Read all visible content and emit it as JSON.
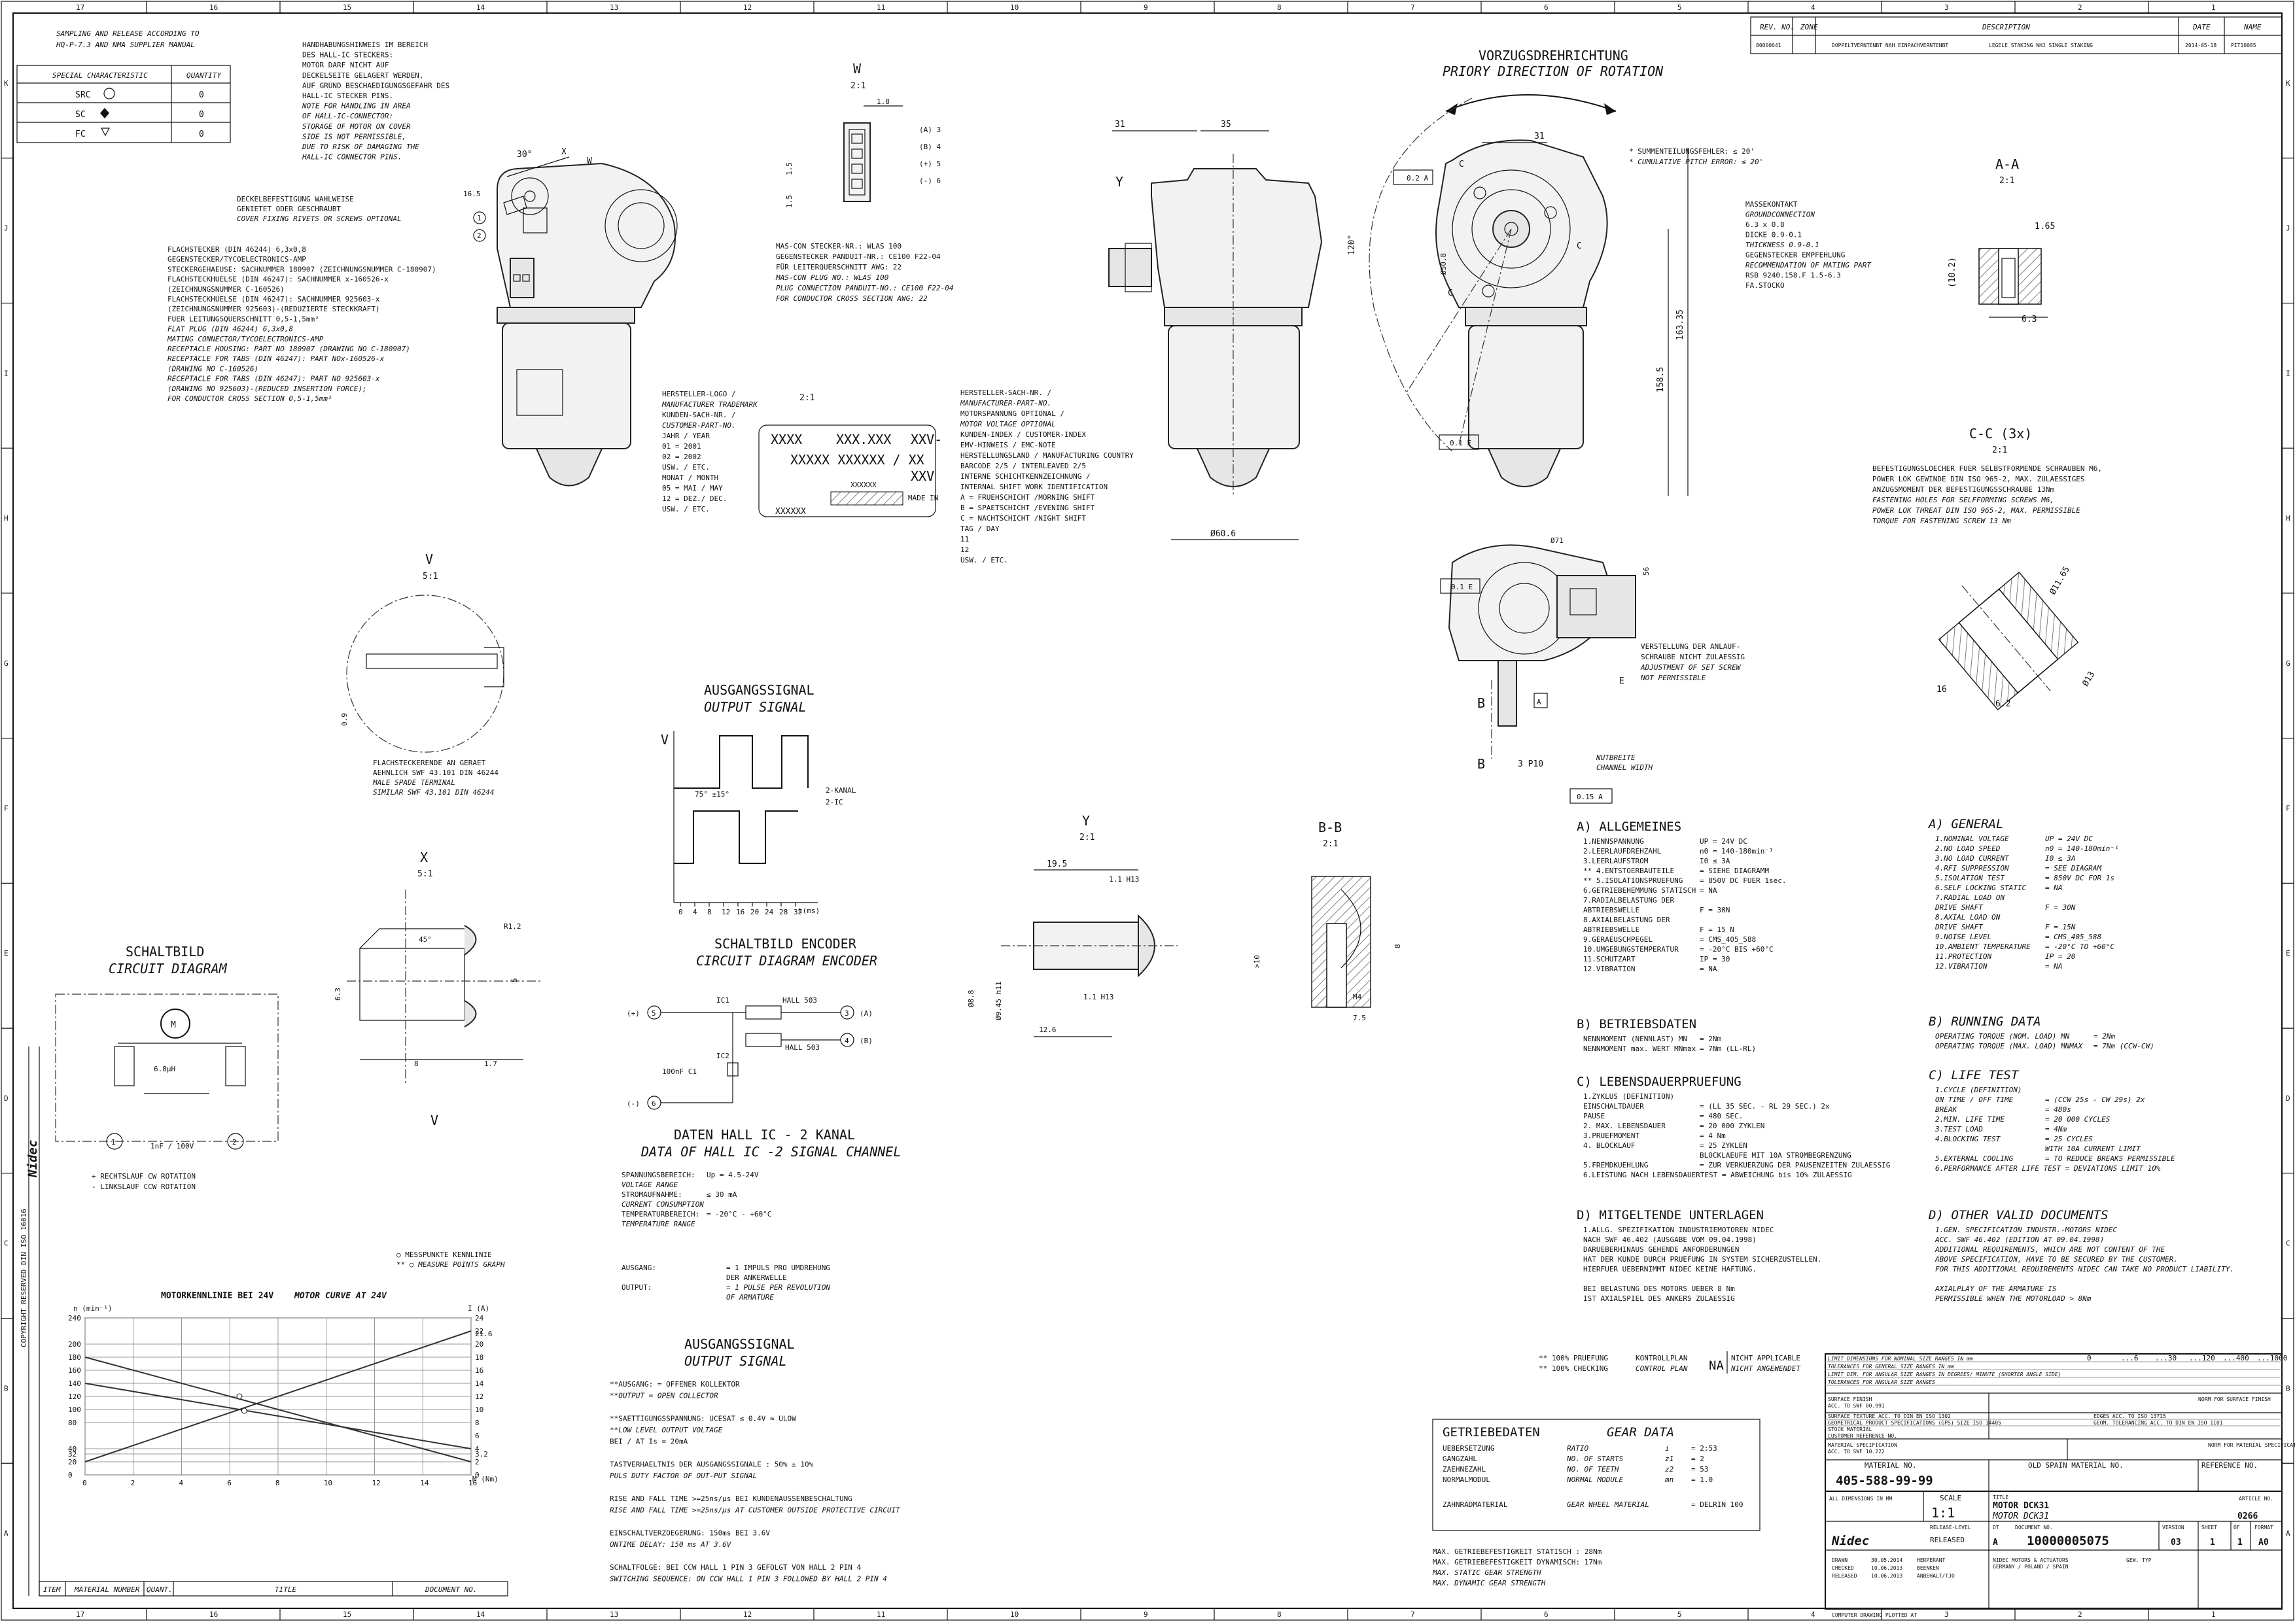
{
  "border": {
    "cols": [
      "17",
      "16",
      "15",
      "14",
      "13",
      "12",
      "11",
      "10",
      "9",
      "8",
      "7",
      "6",
      "5",
      "4",
      "3",
      "2",
      "1"
    ],
    "rows": [
      "K",
      "J",
      "I",
      "H",
      "G",
      "F",
      "E",
      "D",
      "C",
      "B",
      "A"
    ]
  },
  "sampling": {
    "title_1": "SAMPLING AND RELEASE ACCORDING TO",
    "title_2": "HQ-P-7.3 AND NMA SUPPLIER MANUAL",
    "col_char": "SPECIAL CHARACTERISTIC",
    "col_qty": "QUANTITY",
    "rows": [
      {
        "label": "SRC",
        "qty": "0"
      },
      {
        "label": "SC",
        "qty": "0"
      },
      {
        "label": "FC",
        "qty": "0"
      }
    ]
  },
  "revision": {
    "h_rev": "REV. NO.",
    "h_zone": "ZONE",
    "h_desc": "DESCRIPTION",
    "h_date": "DATE",
    "h_name": "NAME",
    "rev": "80000641",
    "zone": "DOPPELTVERNTENBT NAH EINPACHVERNTENBT",
    "desc": "LEGELE STAKING NHJ SINGLE STAKING",
    "date": "2014-05-18",
    "name": "PIT10085"
  },
  "hall_note": [
    "HANDHABUNGSHINWEIS IM BEREICH",
    "DES HALL-IC STECKERS:",
    "MOTOR DARF NICHT AUF",
    "DECKELSEITE GELAGERT WERDEN,",
    "AUF GRUND BESCHAEDIGUNGSGEFAHR DES",
    "HALL-IC STECKER PINS.",
    "NOTE FOR HANDLING IN AREA",
    "OF HALL-IC-CONNECTOR:",
    "STORAGE OF MOTOR ON COVER",
    "SIDE IS NOT PERMISSIBLE,",
    "DUE TO RISK OF DAMAGING THE",
    "HALL-IC CONNECTOR PINS."
  ],
  "cover_note": [
    "DECKELBEFESTIGUNG WAHLWEISE",
    "GENIETET ODER GESCHRAUBT",
    "COVER FIXING RIVETS OR SCREWS OPTIONAL"
  ],
  "plug_note": [
    "FLACHSTECKER (DIN 46244) 6,3x0,8",
    "GEGENSTECKER/TYCOELECTRONICS-AMP",
    "STECKERGEHAEUSE: SACHNUMMER 180907 (ZEICHNUNGSNUMMER C-180907)",
    "FLACHSTECKHUELSE (DIN 46247): SACHNUMMER x-160526-x",
    "(ZEICHNUNGSNUMMER C-160526)",
    "FLACHSTECKHUELSE (DIN 46247): SACHNUMMER 925603-x",
    "(ZEICHNUNGSNUMMER 925603)-(REDUZIERTE STECKKRAFT)",
    "FUER LEITUNGSQUERSCHNITT 0,5-1,5mm²",
    "FLAT PLUG (DIN 46244) 6,3x0,8",
    "MATING CONNECTOR/TYCOELECTRONICS-AMP",
    "RECEPTACLE HOUSING: PART NO 180907 (DRAWING NO C-180907)",
    "RECEPTACLE FOR TABS (DIN 46247): PART NOx-160526-x",
    "(DRAWING NO C-160526)",
    "RECEPTACLE FOR TABS (DIN 46247): PART NO 925603-x",
    "(DRAWING NO 925603)-(REDUCED INSERTION FORCE);",
    "FOR CONDUCTOR CROSS SECTION 0,5-1,5mm²"
  ],
  "mascon_note": [
    "MAS-CON STECKER-NR.: WLAS 100",
    "GEGENSTECKER PANDUIT-NR.: CE100 F22-04",
    "FÜR LEITERQUERSCHNITT AWG:   22",
    "MAS-CON PLUG NO.: WLAS 100",
    "PLUG CONNECTION PANDUIT-NO.: CE100 F22-04",
    "FOR CONDUCTOR CROSS SECTION AWG:   22"
  ],
  "view_w": {
    "title": "W",
    "scale": "2:1",
    "dim": "1.8",
    "pins": [
      "(A) 3",
      "(B) 4",
      "(+) 5",
      "(-) 6"
    ]
  },
  "label_view": {
    "scale": "2:1",
    "line1": [
      "XXXX",
      "XXX.XXX",
      "XXV-"
    ],
    "line2": "XXXXX XXXXXX / XX",
    "line3": "XXV",
    "serial": "XXXXXX",
    "date_code": "XXXXXX",
    "made_in": "MADE IN",
    "left": [
      "HERSTELLER-LOGO /",
      "MANUFACTURER TRADEMARK",
      "KUNDEN-SACH-NR. /",
      "CUSTOMER-PART-NO.",
      "JAHR / YEAR",
      "01 = 2001",
      "02 = 2002",
      "USW. / ETC.",
      "MONAT / MONTH",
      "05 = MAI / MAY",
      "12 = DEZ./ DEC.",
      "USW. / ETC."
    ],
    "right": [
      "HERSTELLER-SACH-NR. /",
      "MANUFACTURER-PART-NO.",
      "MOTORSPANNUNG OPTIONAL /",
      "MOTOR VOLTAGE OPTIONAL",
      "KUNDEN-INDEX / CUSTOMER-INDEX",
      "EMV-HINWEIS / EMC-NOTE",
      "HERSTELLUNGSLAND / MANUFACTURING COUNTRY",
      "BARCODE 2/5 / INTERLEAVED 2/5",
      "INTERNE SCHICHTKENNZEICHNUNG /",
      "INTERNAL SHIFT WORK IDENTIFICATION",
      "A = FRUEHSCHICHT /MORNING SHIFT",
      "B = SPAETSCHICHT /EVENING SHIFT",
      "C = NACHTSCHICHT /NIGHT SHIFT",
      "TAG / DAY",
      "11",
      "12",
      "USW. / ETC."
    ]
  },
  "rotation": {
    "de": "VORZUGSDREHRICHTUNG",
    "en": "PRIORY DIRECTION OF ROTATION"
  },
  "pitch_note": [
    "* SUMMENTEILUNGSFEHLER: ≤ 20'",
    "* CUMULATIVE PITCH ERROR: ≤ 20'"
  ],
  "ground_note": [
    "MASSEKONTAKT",
    "GROUNDCONNECTION",
    "6.3 x 0.8",
    "DICKE 0.9-0.1",
    "THICKNESS 0.9-0.1",
    "GEGENSTECKER EMPFEHLUNG",
    "RECOMMENDATION OF MATING PART",
    "RSB 9240.158.F 1.5-6.3",
    "FA.STOCKO"
  ],
  "view_aa": {
    "title": "A-A",
    "scale": "2:1",
    "d1": "1.65",
    "d2": "(10.2)",
    "d3": "6.3"
  },
  "view_cc": {
    "title": "C-C (3x)",
    "scale": "2:1",
    "note": [
      "BEFESTIGUNGSLOECHER FUER SELBSTFORMENDE SCHRAUBEN M6,",
      "POWER LOK GEWINDE DIN ISO 965-2, MAX. ZULAESSIGES",
      "ANZUGSMOMENT DER BEFESTIGUNGSSCHRAUBE 13Nm",
      "FASTENING HOLES FOR SELFFORMING SCREWS M6,",
      "POWER LOK THREAT DIN ISO 965-2, MAX. PERMISSIBLE",
      "TORQUE FOR FASTENING SCREW 13 Nm"
    ],
    "d1": "Ø11.65",
    "d2": "Ø13",
    "d3": "16",
    "d4": "6.2"
  },
  "front_dims": {
    "d1": "31",
    "d2": "35",
    "d3": "Ø60.6",
    "label_y": "Y",
    "d4": "31",
    "d5": "163.35",
    "d6": "158.5",
    "d7": "Ø50.8",
    "d8": "120°",
    "tol1": "0.2 A",
    "tol2": "0.1 E",
    "d9": "Ø71",
    "d10": "56"
  },
  "side_notes": {
    "adjust": [
      "VERSTELLUNG DER ANLAUF-",
      "SCHRAUBE NICHT ZULAESSIG",
      "ADJUSTMENT OF SET SCREW",
      "NOT PERMISSIBLE"
    ],
    "slot": [
      "NUTBREITE",
      "CHANNEL WIDTH"
    ],
    "p10": "3 P10",
    "tol": "0.1 E",
    "tol2": "0.15 A"
  },
  "view_v": {
    "title": "V",
    "scale": "5:1",
    "note": [
      "FLACHSTECKERENDE AN GERAET",
      "AEHNLICH SWF 43.101 DIN 46244",
      "MALE SPADE TERMINAL",
      "SIMILAR SWF 43.101 DIN 46244"
    ],
    "dim": "0.9"
  },
  "view_x": {
    "title": "X",
    "scale": "5:1",
    "d1": "45°",
    "d2": "R1.2",
    "d3": "5",
    "d4": "6.3",
    "d5": "8",
    "d6": "1.7"
  },
  "output_signal": {
    "title_de": "AUSGANGSSIGNAL",
    "title_en": "OUTPUT SIGNAL",
    "vlabel": "V",
    "deg": "75° ±15°",
    "kanal": "2-KANAL",
    "ic": "2-IC",
    "ticks": [
      "0",
      "4",
      "8",
      "12",
      "16",
      "20",
      "24",
      "28",
      "32"
    ],
    "unit": "t(ms)"
  },
  "circuit": {
    "title_de": "SCHALTBILD",
    "title_en": "CIRCUIT DIAGRAM",
    "cap": "6.8μH",
    "cap2": "1nF / 100V",
    "n1": "1",
    "n2": "2",
    "rot": [
      "+ RECHTSLAUF   CW ROTATION",
      "- LINKSLAUF   CCW ROTATION"
    ]
  },
  "encoder": {
    "title_de": "SCHALTBILD ENCODER",
    "title_en": "CIRCUIT DIAGRAM ENCODER",
    "ic1": "IC1",
    "ic2": "IC2",
    "hall1": "HALL 503",
    "hall2": "HALL 503",
    "cap": "100nF C1",
    "pins": [
      "(+)",
      "5",
      "3",
      "(A)",
      "4",
      "(B)",
      "(-)",
      "6"
    ]
  },
  "hall_data": {
    "title_de": "DATEN HALL IC - 2 KANAL",
    "title_en": "DATA OF HALL IC -2 SIGNAL CHANNEL",
    "rows": [
      [
        "SPANNUNGSBEREICH:",
        "Up = 4.5-24V"
      ],
      [
        "VOLTAGE RANGE",
        ""
      ],
      [
        "STROMAUFNAHME:",
        "≤ 30 mA"
      ],
      [
        "CURRENT CONSUMPTION",
        ""
      ],
      [
        "TEMPERATURBEREICH:",
        "= -20°C - +60°C"
      ],
      [
        "TEMPERATURE RANGE",
        ""
      ]
    ],
    "out": [
      [
        "AUSGANG:",
        "= 1 IMPULS PRO UMDREHUNG"
      ],
      [
        "",
        "DER ANKERWELLE"
      ],
      [
        "OUTPUT:",
        "= 1 PULSE PER REVOLUTION"
      ],
      [
        "",
        "OF ARMATURE"
      ]
    ]
  },
  "measure_note": [
    "○ MESSPUNKTE KENNLINIE",
    "** ○ MEASURE POINTS GRAPH"
  ],
  "output_signal2": {
    "title_de": "AUSGANGSSIGNAL",
    "title_en": "OUTPUT SIGNAL",
    "lines": [
      "**AUSGANG:          = OFFENER KOLLEKTOR",
      "**OUTPUT            = OPEN COLLECTOR",
      "",
      "**SAETTIGUNGSSPANNUNG: UCESAT ≤ 0.4V  ≈ ULOW",
      "**LOW LEVEL OUTPUT VOLTAGE",
      "                    BEI / AT Is = 20mA",
      "",
      "TASTVERHAELTNIS DER AUSGANGSSIGNALE : 50% ± 10%",
      "PULS DUTY FACTOR OF OUT-PUT SIGNAL",
      "",
      "RISE AND FALL TIME >=25ns/μs BEI KUNDENAUSSENBESCHALTUNG",
      "RISE AND FALL TIME >=25ns/μs AT CUSTOMER OUTSIDE PROTECTIVE CIRCUIT",
      "",
      "EINSCHALTVERZOEGERUNG: 150ms BEI 3.6V",
      "ONTIME DELAY: 150 ms AT 3.6V",
      "",
      "SCHALTFOLGE: BEI CCW HALL 1 PIN 3 GEFOLGT VON HALL 2 PIN 4",
      "SWITCHING SEQUENCE: ON CCW HALL 1 PIN 3 FOLLOWED BY HALL 2 PIN 4"
    ]
  },
  "view_y": {
    "title": "Y",
    "scale": "2:1",
    "d1": "19.5",
    "d2": "1.1 H13",
    "d3": "1.1 H13",
    "d4": "12.6",
    "d5": "Ø9.45 h11",
    "d6": "Ø8.8"
  },
  "view_bb": {
    "title": "B-B",
    "scale": "2:1",
    "d1": ">10",
    "d2": "M4",
    "d3": "7.5",
    "d4": "8"
  },
  "general_de": {
    "title": "A) ALLGEMEINES",
    "rows": [
      [
        "1.NENNSPANNUNG",
        "UP = 24V DC"
      ],
      [
        "2.LEERLAUFDREHZAHL",
        "n0 = 140-180min⁻¹"
      ],
      [
        "3.LEERLAUFSTROM",
        "I0 ≤ 3A"
      ],
      [
        "** 4.ENTSTOERBAUTEILE",
        "= SIEHE DIAGRAMM"
      ],
      [
        "** 5.ISOLATIONSPRUEFUNG",
        "= 850V DC FUER 1sec."
      ],
      [
        "6.GETRIEBEHEMMUNG STATISCH",
        "= NA"
      ],
      [
        "7.RADIALBELASTUNG DER",
        ""
      ],
      [
        "  ABTRIEBSWELLE",
        "F = 30N"
      ],
      [
        "8.AXIALBELASTUNG DER",
        ""
      ],
      [
        "  ABTRIEBSWELLE",
        "F = 15 N"
      ],
      [
        "9.GERAEUSCHPEGEL",
        "= CMS_405_588"
      ],
      [
        "10.UMGEBUNGSTEMPERATUR",
        "= -20°C BIS +60°C"
      ],
      [
        "11.SCHUTZART",
        "IP = 30"
      ],
      [
        "12.VIBRATION",
        "= NA"
      ]
    ]
  },
  "general_en": {
    "title": "A) GENERAL",
    "rows": [
      [
        "1.NOMINAL VOLTAGE",
        "UP = 24V DC"
      ],
      [
        "2.NO LOAD SPEED",
        "n0 = 140-180min⁻¹"
      ],
      [
        "3.NO LOAD CURRENT",
        "I0 ≤ 3A"
      ],
      [
        "4.RFI SUPPRESSION",
        "= SEE DIAGRAM"
      ],
      [
        "5.ISOLATION TEST",
        "= 850V DC FOR 1s"
      ],
      [
        "6.SELF LOCKING STATIC",
        "= NA"
      ],
      [
        "7.RADIAL LOAD ON",
        ""
      ],
      [
        "  DRIVE SHAFT",
        "F = 30N"
      ],
      [
        "8.AXIAL LOAD ON",
        ""
      ],
      [
        "  DRIVE SHAFT",
        "F = 15N"
      ],
      [
        "9.NOISE LEVEL",
        "= CMS_405_588"
      ],
      [
        "10.AMBIENT TEMPERATURE",
        "= -20°C TO +60°C"
      ],
      [
        "11.PROTECTION",
        "IP = 20"
      ],
      [
        "12.VIBRATION",
        "= NA"
      ]
    ]
  },
  "running_de": {
    "title": "B) BETRIEBSDATEN",
    "rows": [
      [
        "NENNMOMENT (NENNLAST) MN",
        "= 2Nm"
      ],
      [
        "NENNMOMENT max. WERT  MNmax",
        "= 7Nm (LL-RL)"
      ]
    ]
  },
  "running_en": {
    "title": "B) RUNNING DATA",
    "rows": [
      [
        "OPERATING TORQUE (NOM. LOAD)   MN",
        "= 2Nm"
      ],
      [
        "OPERATING TORQUE (MAX. LOAD)  MNMAX",
        "= 7Nm (CCW-CW)"
      ]
    ]
  },
  "life_de": {
    "title": "C) LEBENSDAUERPRUEFUNG",
    "rows": [
      [
        "1.ZYKLUS (DEFINITION)",
        ""
      ],
      [
        "  EINSCHALTDAUER",
        "= (LL 35 SEC. - RL 29 SEC.) 2x"
      ],
      [
        "  PAUSE",
        "= 480 SEC."
      ],
      [
        "2. MAX. LEBENSDAUER",
        "= 20 000 ZYKLEN"
      ],
      [
        "3.PRUEFMOMENT",
        "= 4 Nm"
      ],
      [
        "4. BLOCKLAUF",
        "= 25 ZYKLEN"
      ],
      [
        "",
        "  BLOCKLAEUFE MIT 10A STROMBEGRENZUNG"
      ],
      [
        "5.FREMDKUEHLUNG",
        "= ZUR VERKUERZUNG DER PAUSENZEITEN ZULAESSIG"
      ],
      [
        "6.LEISTUNG NACH LEBENSDAUERTEST = ABWEICHUNG bis 10% ZULAESSIG",
        ""
      ]
    ]
  },
  "life_en": {
    "title": "C) LIFE TEST",
    "rows": [
      [
        "1.CYCLE (DEFINITION)",
        ""
      ],
      [
        "  ON TIME / OFF TIME",
        "= (CCW 25s - CW 29s) 2x"
      ],
      [
        "  BREAK",
        "= 480s"
      ],
      [
        "2.MIN. LIFE TIME",
        "= 20 000 CYCLES"
      ],
      [
        "3.TEST LOAD",
        "= 4Nm"
      ],
      [
        "4.BLOCKING TEST",
        "= 25 CYCLES"
      ],
      [
        "",
        "  WITH 10A CURRENT LIMIT"
      ],
      [
        "5.EXTERNAL COOLING",
        "= TO REDUCE BREAKS PERMISSIBLE"
      ],
      [
        "6.PERFORMANCE AFTER LIFE TEST = DEVIATIONS LIMIT 10%",
        ""
      ]
    ]
  },
  "docs_de": {
    "title": "D) MITGELTENDE UNTERLAGEN",
    "lines": [
      "1.ALLG. SPEZIFIKATION INDUSTRIEMOTOREN NIDEC",
      "  NACH SWF 46.402 (AUSGABE VOM 09.04.1998)",
      "  DARUEBERHINAUS GEHENDE ANFORDERUNGEN",
      "  HAT DER KUNDE DURCH PRUEFUNG IN SYSTEM SICHERZUSTELLEN.",
      "  HIERFUER UEBERNIMMT NIDEC KEINE HAFTUNG.",
      "",
      "  BEI BELASTUNG DES MOTORS UEBER 8 Nm",
      "  IST AXIALSPIEL DES ANKERS ZULAESSIG"
    ]
  },
  "docs_en": {
    "title": "D) OTHER VALID DOCUMENTS",
    "lines": [
      "1.GEN. SPECIFICATION INDUSTR.-MOTORS NIDEC",
      "  ACC. SWF 46.402 (EDITION AT 09.04.1998)",
      "  ADDITIONAL REQUIREMENTS, WHICH ARE NOT CONTENT OF THE",
      "  ABOVE SPECIFICATION, HAVE TO BE SECURED BY THE CUSTOMER.",
      "  FOR THIS ADDITIONAL REQUIREMENTS NIDEC CAN TAKE NO PRODUCT LIABILITY.",
      "",
      "  AXIALPLAY OF THE ARMATURE IS",
      "  PERMISSIBLE WHEN THE MOTORLOAD > 8Nm"
    ]
  },
  "check_note": {
    "l1": "** 100% PRUEFUNG",
    "l2": "** 100% CHECKING",
    "c1": "KONTROLLPLAN",
    "c2": "CONTROL PLAN",
    "na": "NA",
    "n1": "NICHT APPLICABLE",
    "n2": "NICHT ANGEWENDET"
  },
  "gear_data": {
    "title_de": "GETRIEBEDATEN",
    "title_en": "GEAR DATA",
    "rows": [
      [
        "UEBERSETZUNG",
        "RATIO",
        "i",
        "= 2:53"
      ],
      [
        "GANGZAHL",
        "NO. OF STARTS",
        "z1",
        "= 2"
      ],
      [
        "ZAEHNEZAHL",
        "NO. OF TEETH",
        "z2",
        "= 53"
      ],
      [
        "NORMALMODUL",
        "NORMAL MODULE",
        "mn",
        "= 1.0"
      ],
      [
        "ZAHNRADMATERIAL",
        "GEAR WHEEL MATERIAL",
        "",
        "= DELRIN 100"
      ]
    ],
    "notes": [
      "MAX. GETRIEBEFESTIGKEIT STATISCH : 28Nm",
      "MAX. GETRIEBEFESTIGKEIT DYNAMISCH: 17Nm",
      "MAX. STATIC GEAR STRENGTH",
      "MAX. DYNAMIC GEAR STRENGTH"
    ]
  },
  "title_block": {
    "tol_row1": "LIMIT DIMENSIONS FOR NOMINAL SIZE RANGES IN mm",
    "tol_row2": "TOLERANCES FOR GENERAL SIZE RANGES IN mm",
    "tol_row3": "LIMIT DIM. FOR ANGULAR SIZE RANGES IN DEGREES/ MINUTE (SHORTER ANGLE SIDE)",
    "tol_row4": "TOLERANCES FOR ANGULAR SIZE RANGES",
    "tol_cols": [
      "0",
      "...6",
      "...30",
      "...120",
      "...400",
      "...1000"
    ],
    "surface": "SURFACE FINISH",
    "surface2": "ACC. TO SWF 00.991",
    "norm": "NORM FOR SURFACE FINISH",
    "edges": "EDGES ACC. TO ISO 13715",
    "texture": "SURFACE TEXTURE ACC. TO DIN EN ISO 1302",
    "gps": "GEOMETRICAL PRODUCT SPECIFICATIONS (GPS) SIZE ISO 14405",
    "geom": "GEOM. TOLERANCING ACC. TO DIN EN ISO 1101",
    "stock": "STOCK MATERIAL",
    "cust_ref": "CUSTOMER REFERENCE NO.",
    "material_spec": "MATERIAL SPECIFICATION",
    "material_spec2": "ACC. TO SWF 10.222",
    "norm_mat": "NORM FOR MATERIAL SPECIFICATION",
    "material_no_label": "MATERIAL NO.",
    "material_no": "405-588-99-99",
    "old_spain": "OLD SPAIN MATERIAL NO.",
    "ref_no": "REFERENCE NO.",
    "all_dims": "ALL DIMENSIONS IN MM",
    "scale_label": "SCALE",
    "scale": "1:1",
    "title_label": "TITLE",
    "title1": "MOTOR DCK31",
    "title2": "MOTOR DCK31",
    "article_label": "ARTICLE NO.",
    "article": "0266",
    "release_label": "RELEASE-LEVEL",
    "release": "RELEASED",
    "doc_type_label": "DT",
    "doc_type": "A",
    "doc_no_label": "DOCUMENT NO.",
    "doc_no": "10000005075",
    "version_label": "VERSION",
    "version": "03",
    "sheet_label": "SHEET",
    "sheet": "1",
    "of_label": "OF",
    "of": "1",
    "format_label": "FORMAT",
    "format": "A0",
    "company": "Nidec",
    "addr1": "NIDEC MOTORS & ACTUATORS",
    "addr2": "GERMANY / POLAND / SPAIN",
    "computer": "COMPUTER DRAWING PLOTTED AT",
    "weight_label": "GEW. TYP",
    "sig_rows": [
      [
        "DRAWN",
        "30.05.2014",
        "HERPERANT"
      ],
      [
        "CHECKED",
        "10.06.2013",
        "BEENKEN"
      ],
      [
        "RELEASED",
        "10.06.2013",
        "ANBEHALT/TJO"
      ]
    ]
  },
  "parts_row": {
    "item": "ITEM",
    "mat": "MATERIAL NUMBER",
    "qty": "QUANT.",
    "title": "TITLE",
    "doc": "DOCUMENT NO."
  },
  "vertical_text": {
    "copyright": "COPYRIGHT RESERVED DIN ISO 16016",
    "brand": "Nidec"
  },
  "chart_data": {
    "type": "line",
    "title": "MOTORKENNLINIE BEI 24V",
    "subtitle": "MOTOR CURVE AT 24V",
    "xlabel": "M (Nm)",
    "ylabel_left": "n (min⁻¹)",
    "ylabel_right": "I (A)",
    "xlim": [
      0,
      16
    ],
    "ylim_left": [
      0,
      240
    ],
    "ylim_right": [
      0,
      24
    ],
    "x_ticks": [
      0,
      2,
      4,
      6,
      8,
      10,
      12,
      14,
      16
    ],
    "y_left_ticks": [
      0,
      20,
      32,
      40,
      80,
      100,
      120,
      140,
      160,
      180,
      200,
      240
    ],
    "y_right_ticks": [
      0,
      2,
      3.2,
      4,
      6,
      8,
      10,
      12,
      14,
      16,
      18,
      20,
      21.6,
      22,
      24
    ],
    "series": [
      {
        "x": [
          0,
          16
        ],
        "y": [
          180,
          20
        ],
        "axis": "left"
      },
      {
        "x": [
          0,
          16
        ],
        "y": [
          140,
          40
        ],
        "axis": "left"
      },
      {
        "x": [
          0,
          16
        ],
        "y": [
          2,
          22
        ],
        "axis": "right"
      }
    ],
    "markers": [
      {
        "x": 6.4,
        "y": 120
      },
      {
        "x": 6.6,
        "y": 98
      }
    ]
  }
}
